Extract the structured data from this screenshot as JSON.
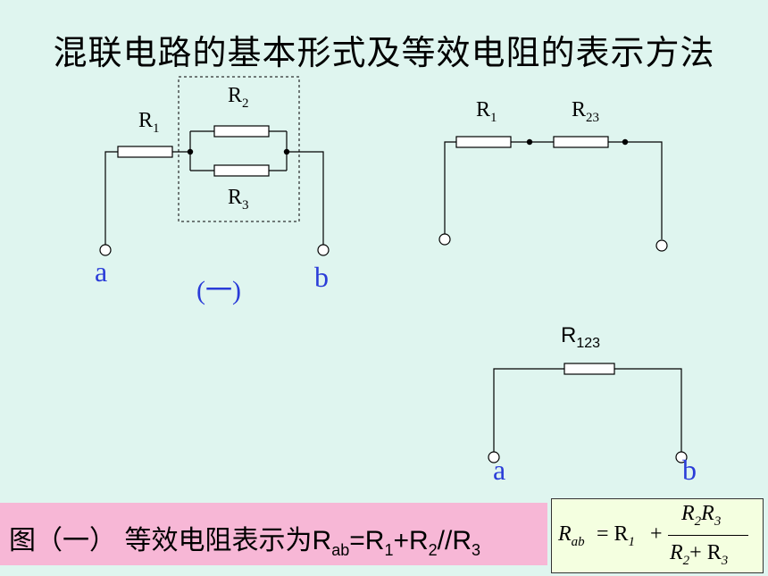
{
  "title": "混联电路的基本形式及等效电阻的表示方法",
  "circuit1": {
    "r1": {
      "base": "R",
      "sub": "1"
    },
    "r2": {
      "base": "R",
      "sub": "2"
    },
    "r3": {
      "base": "R",
      "sub": "3"
    },
    "terminal_a": "a",
    "terminal_b": "b",
    "figure_label": "(一)"
  },
  "circuit2": {
    "r1": {
      "base": "R",
      "sub": "1"
    },
    "r23": {
      "base": "R",
      "sub": "23"
    }
  },
  "circuit3": {
    "r123": {
      "base": "R",
      "sub": "123"
    },
    "terminal_a": "a",
    "terminal_b": "b"
  },
  "caption": {
    "prefix": "图（一） 等效电阻表示为",
    "r": "R",
    "ab": "ab",
    "eq": "=R",
    "one": "1",
    "plus": "+R",
    "two": "2",
    "par": "//R",
    "three": "3"
  },
  "formula": {
    "lhs": "R",
    "lhs_sub": "ab",
    "eq": "= R",
    "r1_sub": "1",
    "plus": "+",
    "num_a": "R",
    "num_a_sub": "2",
    "num_b": "R",
    "num_b_sub": "3",
    "den_a": "R",
    "den_a_sub": "2",
    "den_plus": "+ R",
    "den_b_sub": "3"
  }
}
